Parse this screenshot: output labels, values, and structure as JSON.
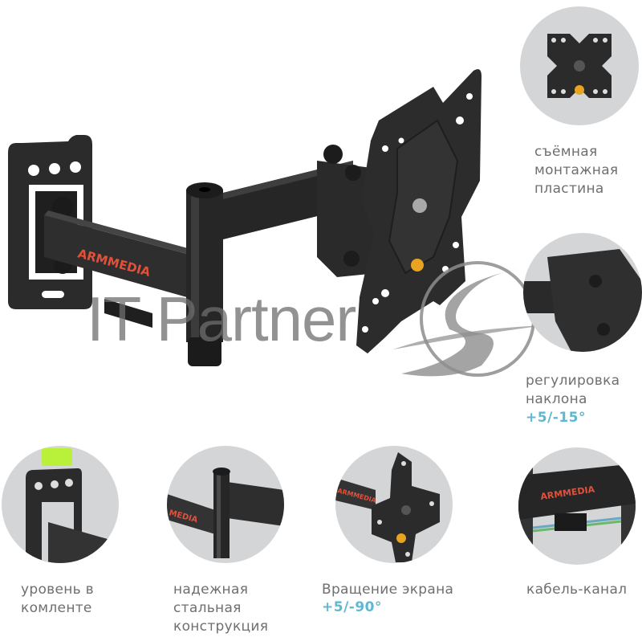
{
  "product": {
    "brand_logo": "ARMMEDIA",
    "description": "Black swivel TV wall mount bracket with articulating arm and X-shaped VESA plate"
  },
  "watermark": {
    "text": "IT Partner",
    "logo_icon": "s-swoosh-logo-icon"
  },
  "features": {
    "removable_plate": {
      "caption": "съёмная\nмонтажная\nпластина"
    },
    "tilt": {
      "caption": "регулировка\nнаклона",
      "value": "+5/-15°"
    },
    "level": {
      "caption": "уровень в\nкомленте"
    },
    "steel": {
      "caption": "надежная\nстальная\nконструкция"
    },
    "rotation": {
      "caption": "Вращение экрана",
      "value": "+5/-90°"
    },
    "cable": {
      "caption": "кабель-канал",
      "brand": "ARMMEDIA"
    }
  },
  "colors": {
    "metal": "#2b2b2c",
    "metal_highlight": "#4a4a4b",
    "brand_red": "#e2503a",
    "accent_blue": "#5fb8cf",
    "circle_bg": "#d4d5d6",
    "caption_gray": "#6f6f6f",
    "level_green": "#b8f03a",
    "knob_yellow": "#e8a320"
  }
}
